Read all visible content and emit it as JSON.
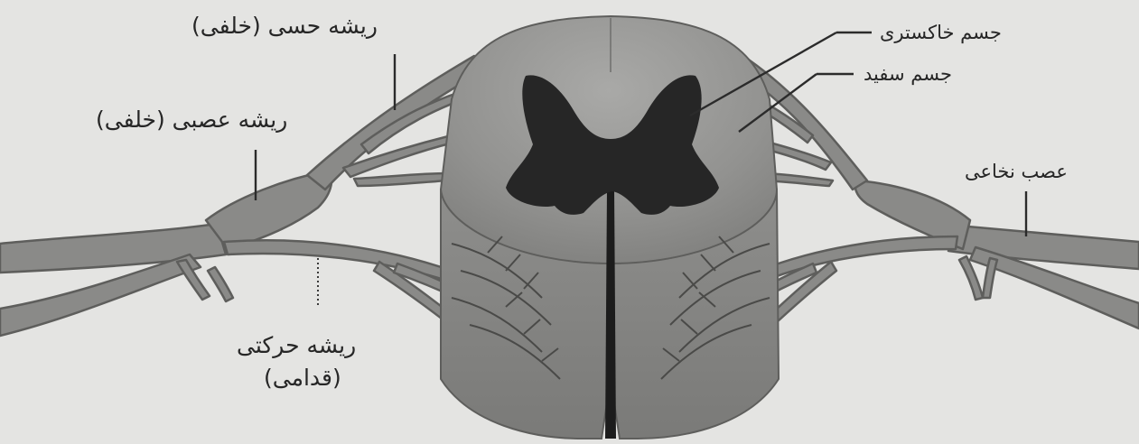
{
  "labels": {
    "dorsal_sensory_root": "ریشه حسی (خلفی)",
    "dorsal_root_ganglion": "ریشه عصبی (خلفی)",
    "ventral_motor_root_line1": "ریشه حرکتی",
    "ventral_motor_root_line2": "(قدامی)",
    "gray_matter": "جسم خاکستری",
    "white_matter": "جسم سفید",
    "spinal_nerve": "عصب نخاعی"
  },
  "colors": {
    "background": "#e4e4e2",
    "white_matter": "#8d8d8b",
    "white_matter_light": "#a9a9a7",
    "gray_matter": "#262626",
    "nerve": "#8a8a88",
    "nerve_outline": "#5e5e5c",
    "text": "#262626"
  }
}
